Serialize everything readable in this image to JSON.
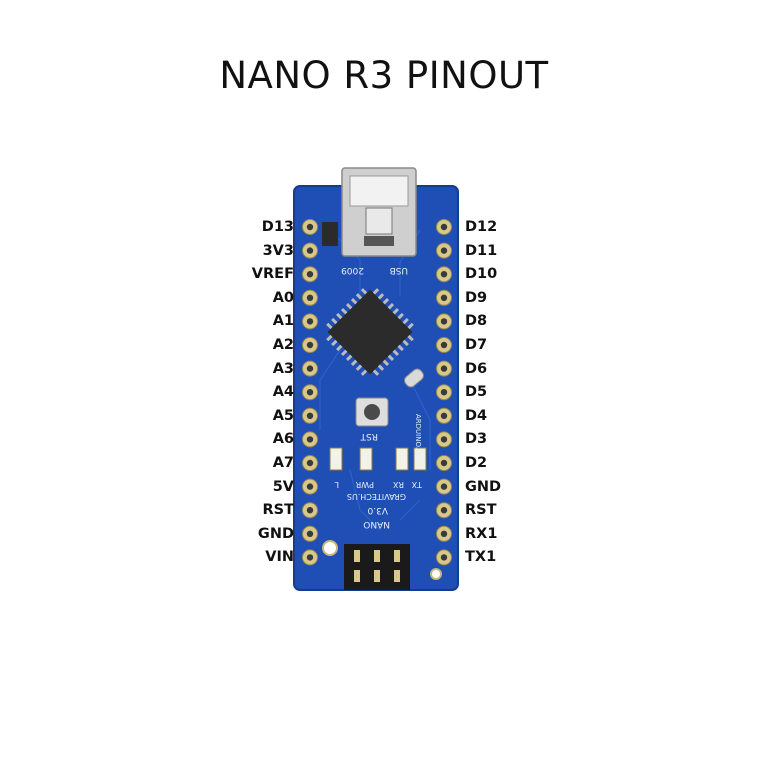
{
  "title": "NANO R3 PINOUT",
  "left_pins": [
    "D13",
    "3V3",
    "VREF",
    "A0",
    "A1",
    "A2",
    "A3",
    "A4",
    "A5",
    "A6",
    "A7",
    "5V",
    "RST",
    "GND",
    "VIN"
  ],
  "right_pins": [
    "D12",
    "D11",
    "D10",
    "D9",
    "D8",
    "D7",
    "D6",
    "D5",
    "D4",
    "D3",
    "D2",
    "GND",
    "RST",
    "RX1",
    "TX1"
  ],
  "silkscreen": {
    "year": "2009",
    "usb": "USB",
    "reset": "RST",
    "brand": "GRAVITECH.US",
    "model": "NANO",
    "version": "V3.0",
    "led_pwr": "PWR",
    "led_rx": "RX",
    "led_tx": "TX",
    "led_l": "L",
    "arduino": "ARDUINO.CC"
  },
  "colors": {
    "pcb": "#1f4fb5",
    "chip": "#2b2b2b",
    "usb": "#c9c9c9",
    "header": "#1a1a1a",
    "pin": "#d8c98a"
  }
}
